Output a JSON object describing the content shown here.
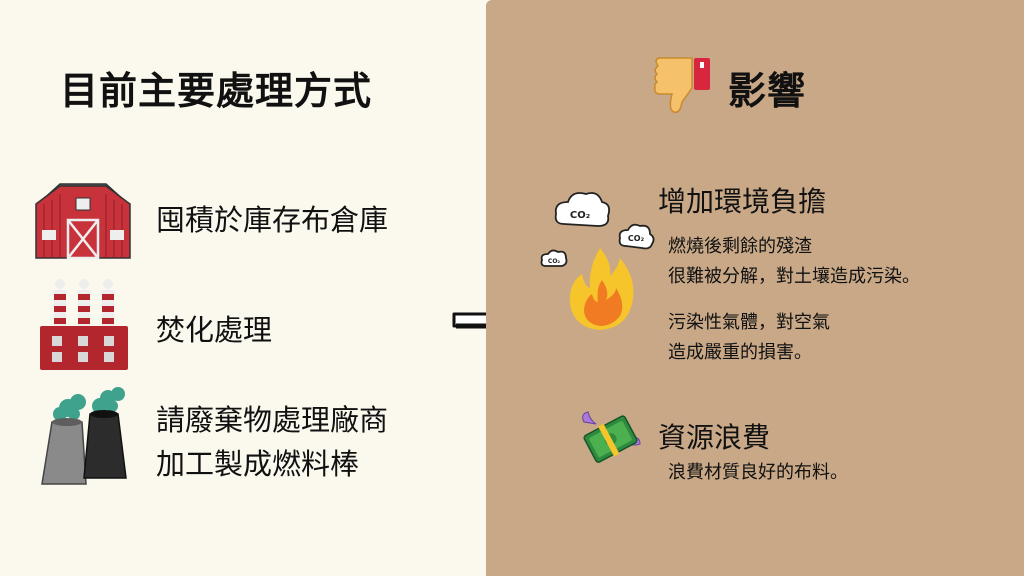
{
  "left": {
    "title": "目前主要處理方式",
    "methods": [
      {
        "icon": "barn-icon",
        "text": "囤積於庫存布倉庫"
      },
      {
        "icon": "factory-icon",
        "text": "焚化處理"
      },
      {
        "icon": "cooling-tower-icon",
        "lines": [
          "請廢棄物處理廠商",
          "加工製成燃料棒"
        ]
      }
    ]
  },
  "arrow": {
    "icon": "right-arrow-icon"
  },
  "right": {
    "title": "影響",
    "title_icon": "thumbs-down-icon",
    "impacts": [
      {
        "icon": "fire-co2-icon",
        "heading": "增加環境負擔",
        "co2_label": "CO₂",
        "paragraphs": [
          [
            "燃燒後剩餘的殘渣",
            "很難被分解，對土壤造成污染。"
          ],
          [
            "污染性氣體，對空氣",
            "造成嚴重的損害。"
          ]
        ]
      },
      {
        "icon": "flying-money-icon",
        "heading": "資源浪費",
        "paragraphs": [
          [
            "浪費材質良好的布料。"
          ]
        ]
      }
    ]
  },
  "colors": {
    "left_bg": "#fbf8ee",
    "right_bg": "#c8a887",
    "barn_red": "#c8323a",
    "factory_red": "#b3262e",
    "fire_orange": "#f58a1f"
  }
}
